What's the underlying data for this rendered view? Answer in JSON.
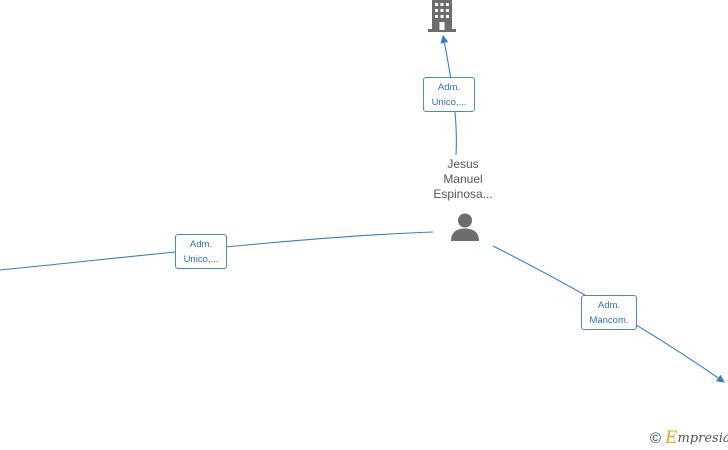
{
  "center_person": {
    "name_lines": [
      "Jesus",
      "Manuel",
      "Espinosa..."
    ],
    "icon": "person-icon"
  },
  "company_top": {
    "icon": "building-icon"
  },
  "edges": [
    {
      "id": "to-company-top",
      "label_lines": [
        "Adm.",
        "Unico,..."
      ]
    },
    {
      "id": "to-left",
      "label_lines": [
        "Adm.",
        "Unico,..."
      ]
    },
    {
      "id": "to-bottom-right",
      "label_lines": [
        "Adm.",
        "Mancom."
      ]
    }
  ],
  "watermark": {
    "copyright_symbol": "©",
    "brand_initial": "E",
    "brand_rest": "mpresia"
  },
  "colors": {
    "edge": "#3a7cc4",
    "label_border": "#4a89c8",
    "label_text": "#2f6fb5",
    "icon": "#6d6d6d",
    "node_text": "#555555",
    "brand_accent": "#f0a020"
  }
}
